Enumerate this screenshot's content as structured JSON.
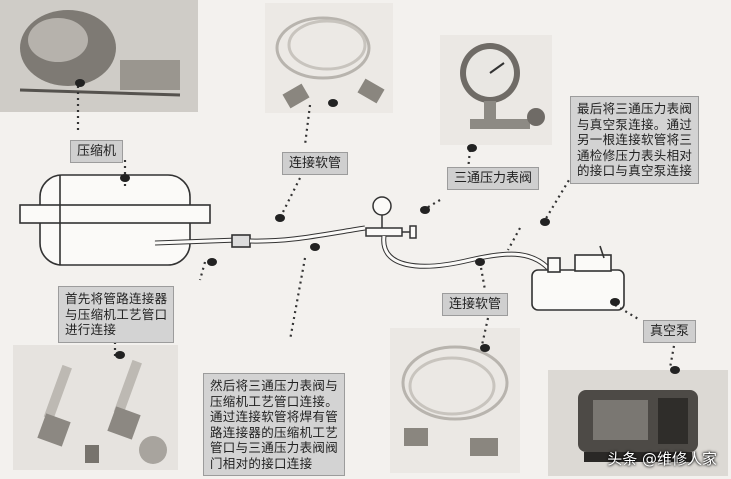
{
  "labels": {
    "compressor": "压缩机",
    "hose_top": "连接软管",
    "gauge": "三通压力表阀",
    "hose_bottom": "连接软管",
    "pump": "真空泵"
  },
  "notes": {
    "step1": "首先将管路连接器\n与压缩机工艺管口\n进行连接",
    "step2": "然后将三通压力表阀与\n压缩机工艺管口连接。\n通过连接软管将焊有管\n路连接器的压缩机工艺\n管口与三通压力表阀阀\n门相对的接口连接",
    "step3": "最后将三通压力表阀\n与真空泵连接。通过\n另一根连接软管将三\n通检修压力表头相对\n的接口与真空泵连接"
  },
  "watermark": "头条 @维修人家",
  "colors": {
    "label_bg": "#cfcfcf",
    "line": "#333333"
  }
}
